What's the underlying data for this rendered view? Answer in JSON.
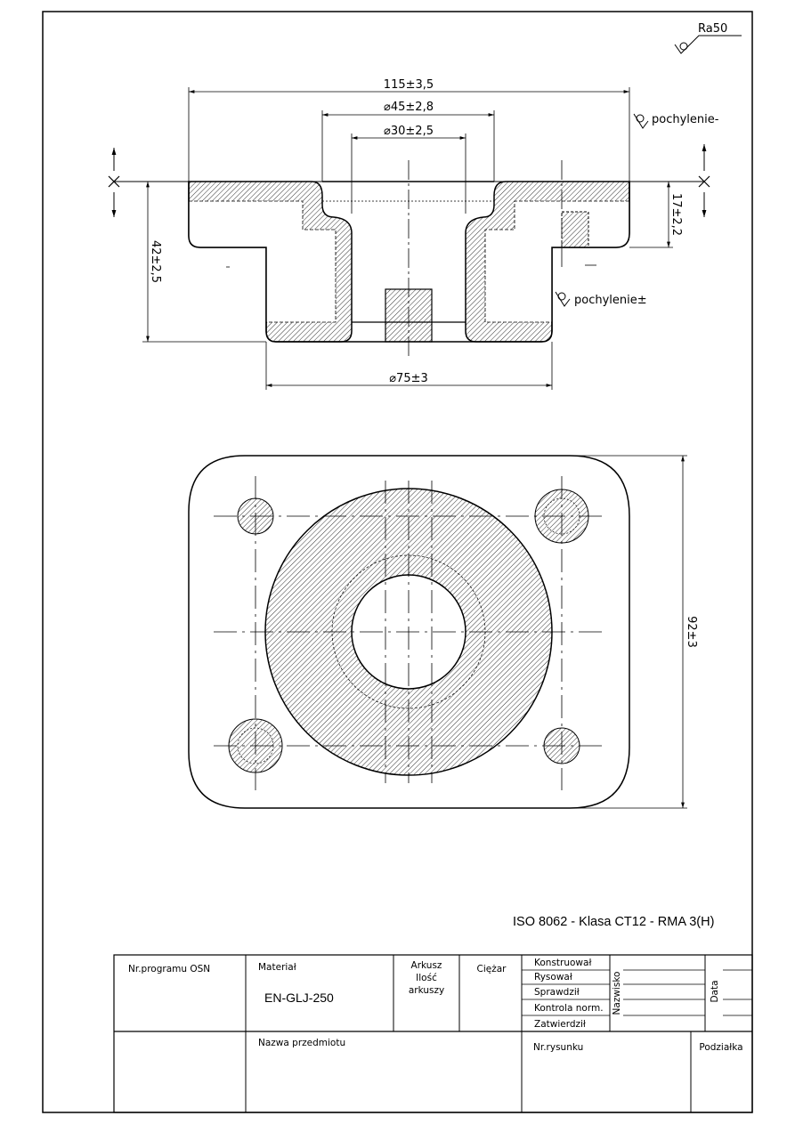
{
  "roughness": {
    "symbol": "Ra50"
  },
  "section_view": {
    "dimensions": {
      "overall_width": "115±3,5",
      "bore_outer": "⌀45±2,8",
      "bore_inner": "⌀30±2,5",
      "flange_height": "17±2,2",
      "total_height": "42±2,5",
      "base_diameter": "⌀75±3"
    },
    "notes": {
      "draft_top": "pochylenie-",
      "draft_inner": "pochylenie±"
    }
  },
  "plan_view": {
    "dimensions": {
      "overall_height": "92±3"
    }
  },
  "standard_note": "ISO 8062 - Klasa CT12 - RMA 3(H)",
  "title_block": {
    "osn_label": "Nr.programu OSN",
    "material_label": "Materiał",
    "material_value": "EN-GLJ-250",
    "sheet_label_1": "Arkusz",
    "sheet_label_2": "Ilość",
    "sheet_label_3": "arkuszy",
    "weight_label": "Ciężar",
    "roles": [
      "Konstruował",
      "Rysował",
      "Sprawdził",
      "Kontrola norm.",
      "Zatwierdził"
    ],
    "surname_label": "Nazwisko",
    "date_label": "Data",
    "object_name_label": "Nazwa przedmiotu",
    "drawing_no_label": "Nr.rysunku",
    "scale_label": "Podziałka"
  }
}
